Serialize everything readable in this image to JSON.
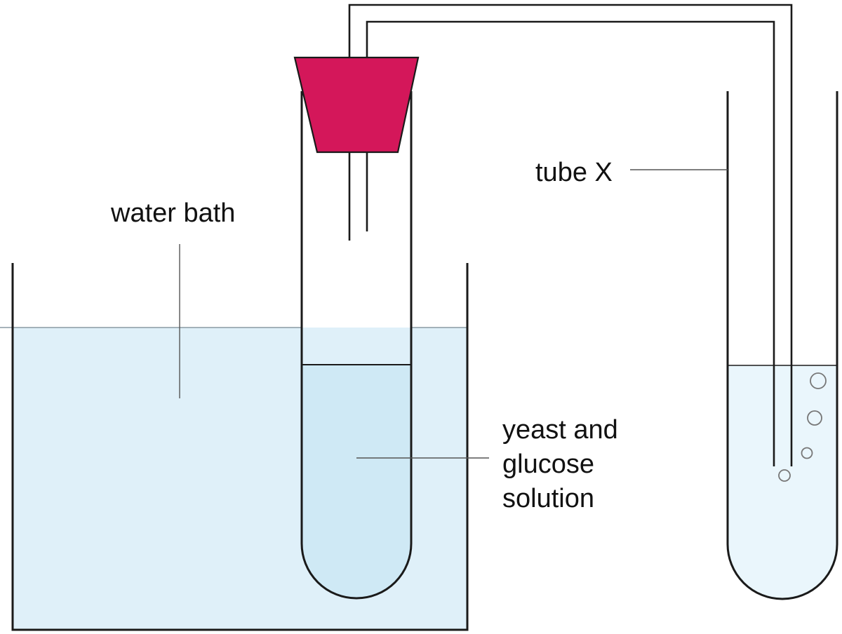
{
  "labels": {
    "water_bath": "water bath",
    "solution_line1": "yeast and",
    "solution_line2": "glucose",
    "solution_line3": "solution",
    "tube_x": "tube X"
  },
  "colors": {
    "water": "#dff0f9",
    "yeast_solution": "#cfe9f5",
    "tube_x_water": "#eaf6fc",
    "stopper": "#d4175a",
    "outline": "#1a1a1a"
  }
}
